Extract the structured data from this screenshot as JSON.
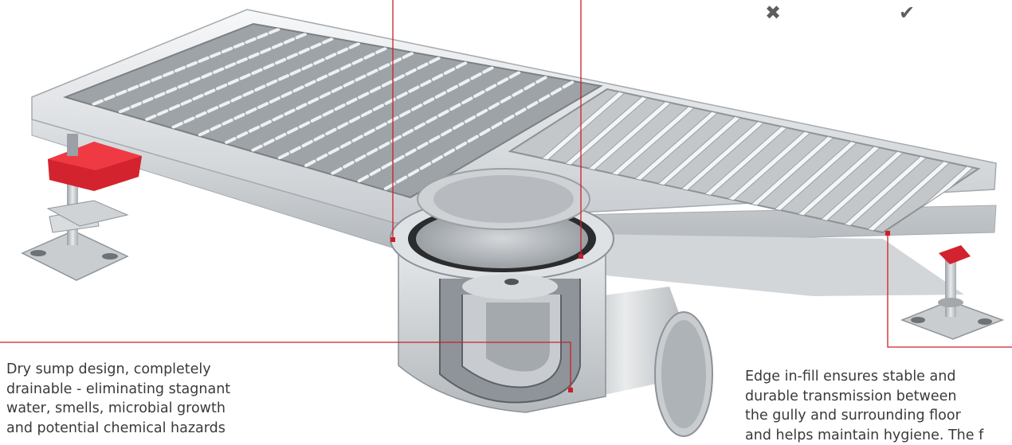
{
  "callouts": {
    "left_lines": [
      "Dry sump design, completely",
      "drainable - eliminating stagnant",
      "water, smells, microbial growth",
      "and potential chemical hazards"
    ],
    "right_lines": [
      "Edge in-fill ensures stable and",
      "durable transmission between",
      "the gully and surrounding floor",
      "and helps maintain hygiene. The f"
    ]
  },
  "comparison_marks": {
    "cross_icon": "✖",
    "check_icon": "✔"
  },
  "colors": {
    "accent_red": "#cc1e2a",
    "steel_light": "#e7e9eb",
    "steel_mid": "#b9bdc1",
    "steel_dark": "#7d8287",
    "text": "#3a3a3a"
  }
}
